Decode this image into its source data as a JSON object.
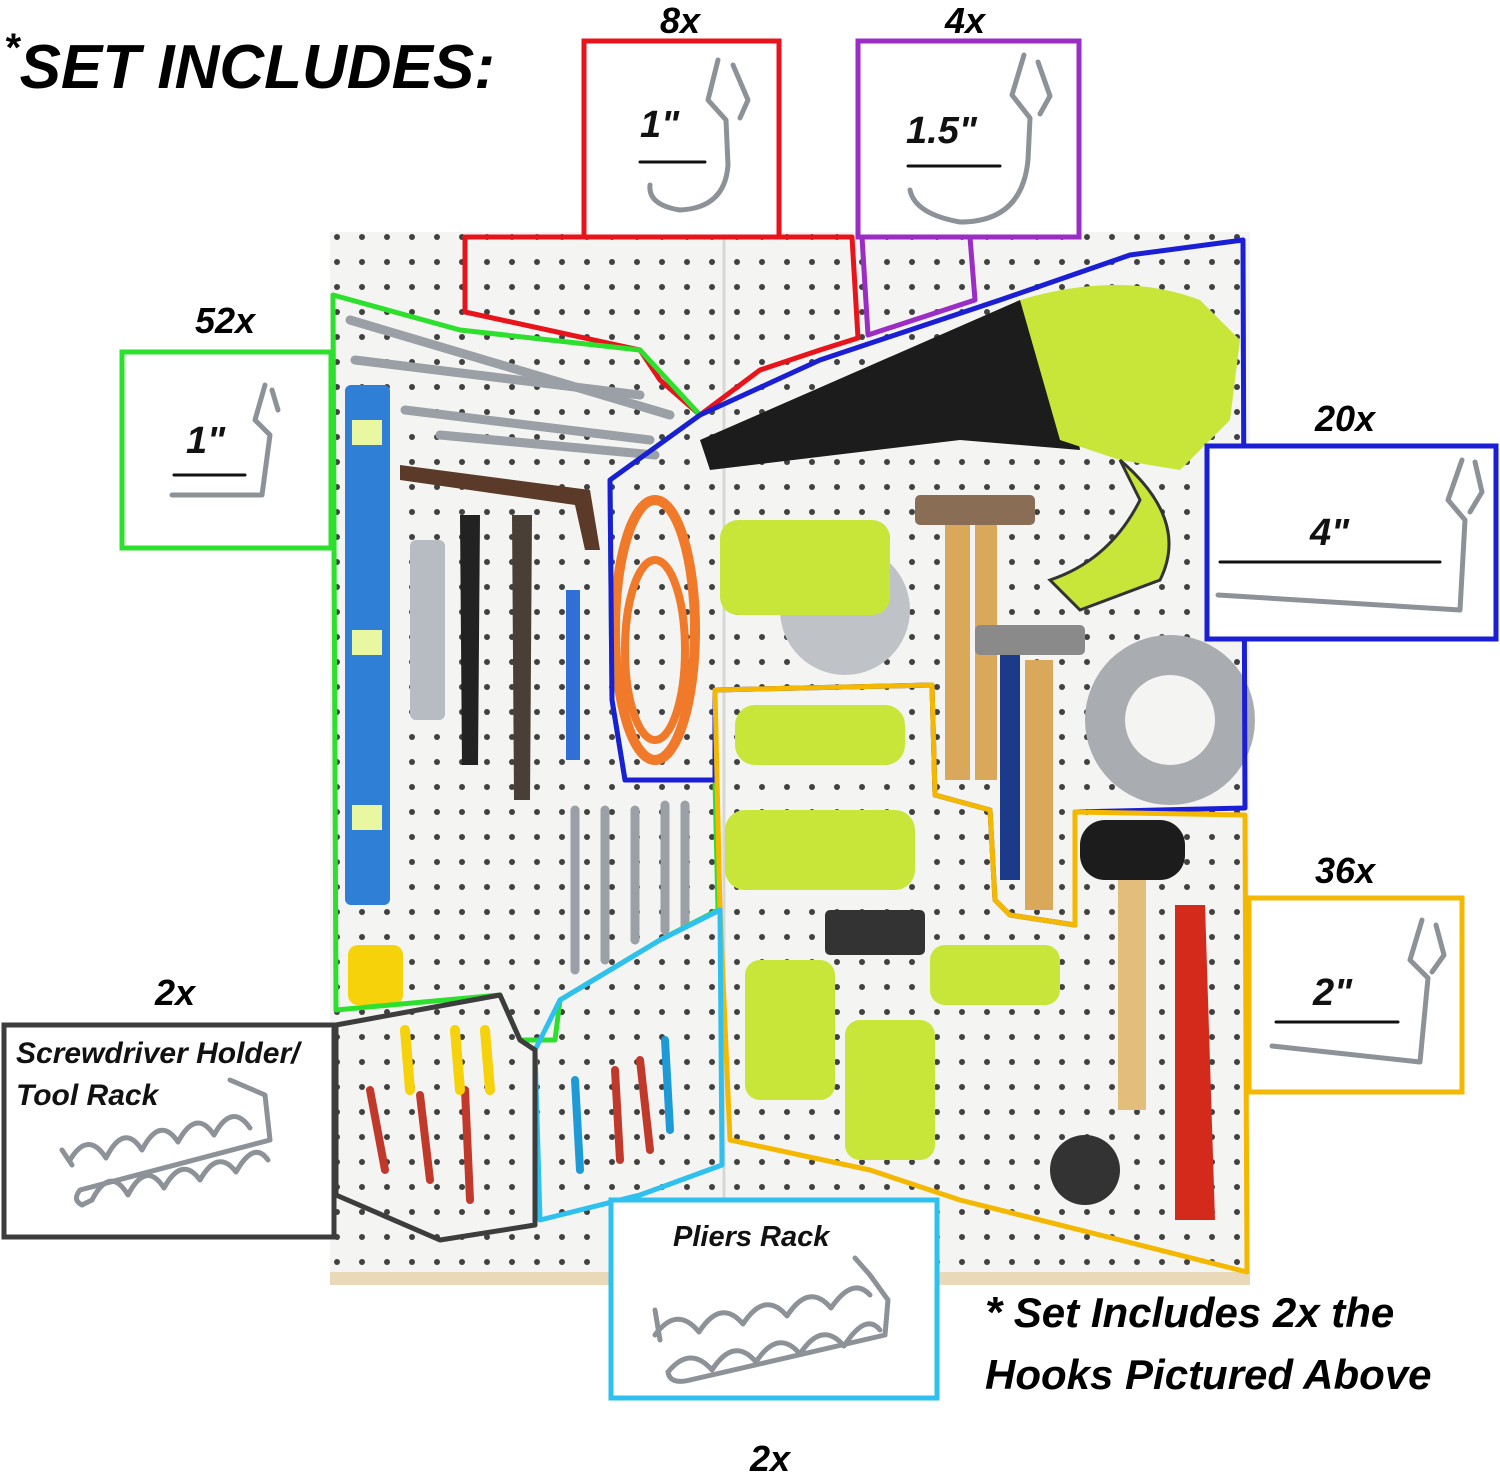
{
  "heading": {
    "star": "*",
    "text": "SET INCLUDES:"
  },
  "colors": {
    "red": "#e8141b",
    "purple": "#9b2dc4",
    "green": "#2ee02e",
    "blue": "#1a1fd6",
    "orange": "#f5b800",
    "cyan": "#2ec0ee",
    "dark": "#3d3d3d",
    "pegboard": "#f4f4f2",
    "floor": "#e9d9b8"
  },
  "hooks": {
    "red": {
      "count": "8x",
      "size": "1\""
    },
    "purple": {
      "count": "4x",
      "size": "1.5\""
    },
    "green": {
      "count": "52x",
      "size": "1\""
    },
    "blue": {
      "count": "20x",
      "size": "4\""
    },
    "orange": {
      "count": "36x",
      "size": "2\""
    },
    "dark": {
      "count": "2x",
      "title_line1": "Screwdriver Holder/",
      "title_line2": "Tool Rack"
    },
    "cyan": {
      "count": "2x",
      "title": "Pliers Rack"
    }
  },
  "footnote": {
    "star": "*",
    "line1": " Set Includes 2x the",
    "line2": "Hooks Pictured Above"
  },
  "icons": [
    "hook-icon",
    "tool-rack-icon",
    "pliers-rack-icon"
  ]
}
